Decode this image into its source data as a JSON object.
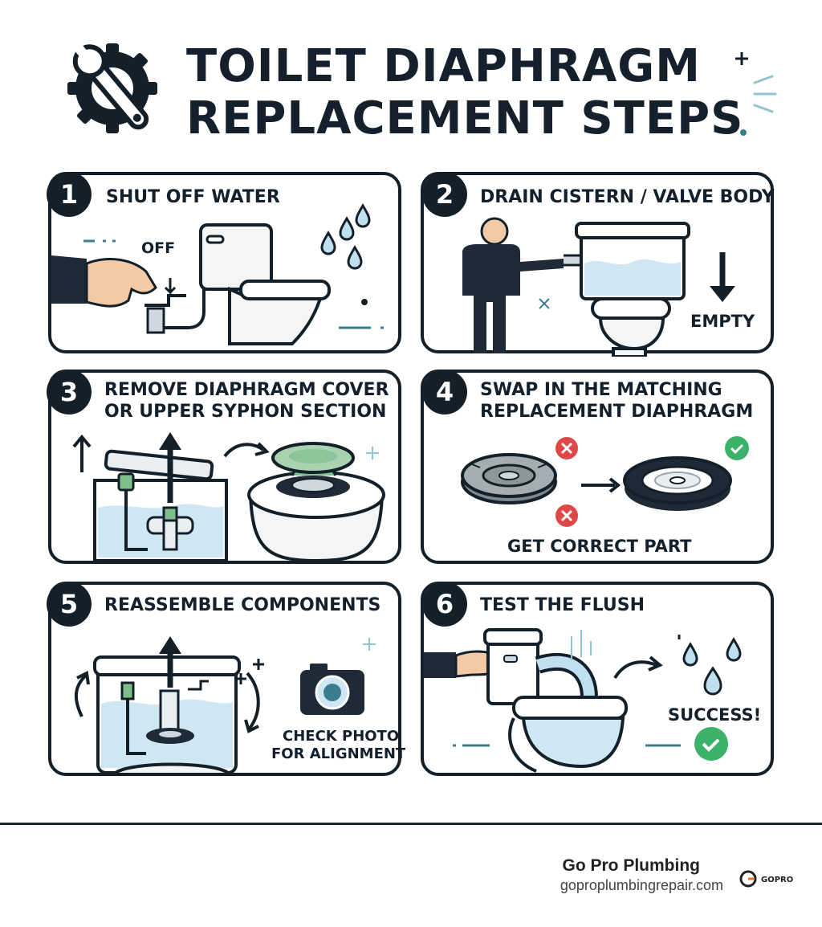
{
  "title": {
    "line1": "TOILET DIAPHRAGM",
    "line2": "REPLACEMENT STEPS"
  },
  "steps": [
    {
      "number": "1",
      "title": "SHUT OFF WATER",
      "labels": [
        "OFF"
      ]
    },
    {
      "number": "2",
      "title": "DRAIN CISTERN / VALVE BODY",
      "labels": [
        "EMPTY"
      ]
    },
    {
      "number": "3",
      "title_line1": "REMOVE DIAPHRAGM COVER",
      "title_line2": "OR UPPER SYPHON SECTION"
    },
    {
      "number": "4",
      "title_line1": "SWAP IN THE MATCHING",
      "title_line2": "REPLACEMENT DIAPHRAGM",
      "labels": [
        "GET CORRECT PART"
      ]
    },
    {
      "number": "5",
      "title": "REASSEMBLE COMPONENTS",
      "labels": [
        "CHECK PHOTO",
        "FOR ALIGNMENT"
      ]
    },
    {
      "number": "6",
      "title": "TEST THE FLUSH",
      "labels": [
        "SUCCESS!"
      ]
    }
  ],
  "footer": {
    "brand": "Go Pro Plumbing",
    "site": "goproplumbingrepair.com",
    "logo_text": "GOPRO"
  },
  "colors": {
    "ink": "#142029",
    "water": "#cfe7f2",
    "green": "#3bb26a",
    "red": "#e04848",
    "seal": "#a9d3b0"
  }
}
